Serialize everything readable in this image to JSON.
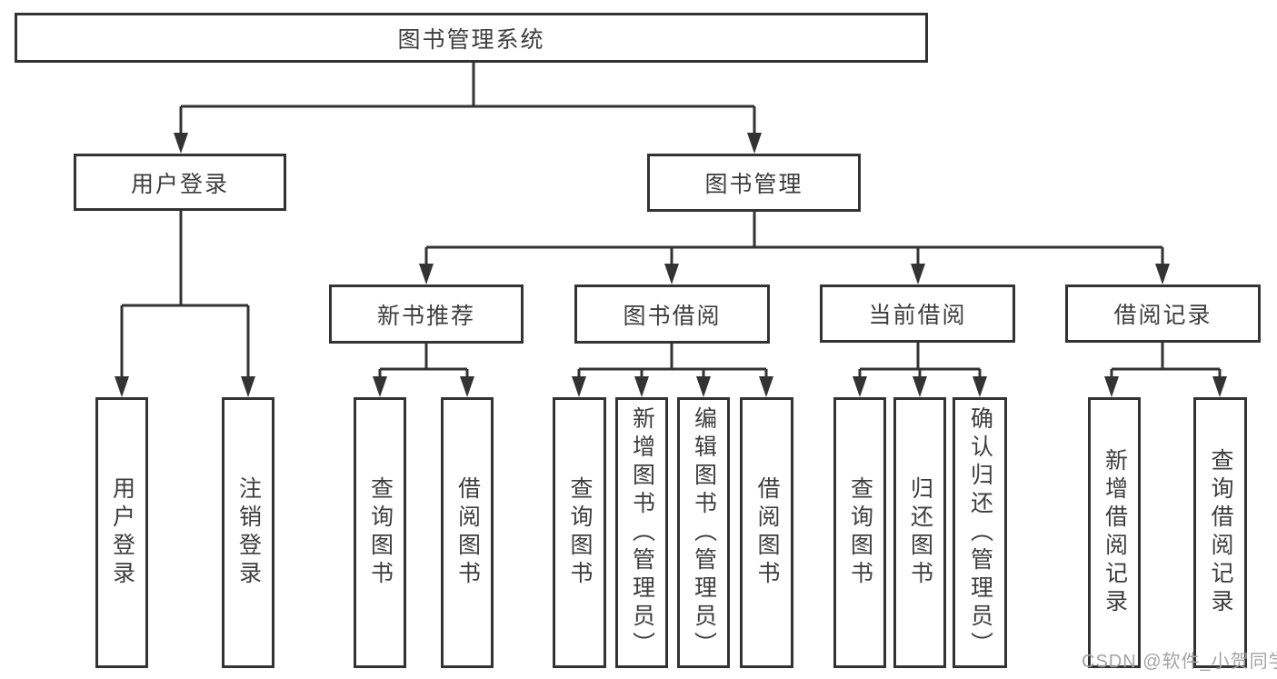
{
  "diagram": {
    "title": "图书管理系统",
    "level2": {
      "user_login": "用户登录",
      "book_mgmt": "图书管理"
    },
    "level3": {
      "new_book": "新书推荐",
      "book_borrow": "图书借阅",
      "current_borrow": "当前借阅",
      "borrow_record": "借阅记录"
    },
    "leaves": {
      "login": "用户登录",
      "logout": "注销登录",
      "nb_query": "查询图书",
      "nb_borrow": "借阅图书",
      "bb_query": "查询图书",
      "bb_add": "新增图书（管理员）",
      "bb_edit": "编辑图书（管理员）",
      "bb_borrow": "借阅图书",
      "cb_query": "查询图书",
      "cb_return": "归还图书",
      "cb_confirm": "确认归还（管理员）",
      "br_add": "新增借阅记录",
      "br_query": "查询借阅记录"
    }
  },
  "watermark": "CSDN @软件_小贺同学",
  "colors": {
    "line": "#333333",
    "text": "#3d3d3d",
    "watermark": "#a3a3a3",
    "background": "#ffffff"
  }
}
